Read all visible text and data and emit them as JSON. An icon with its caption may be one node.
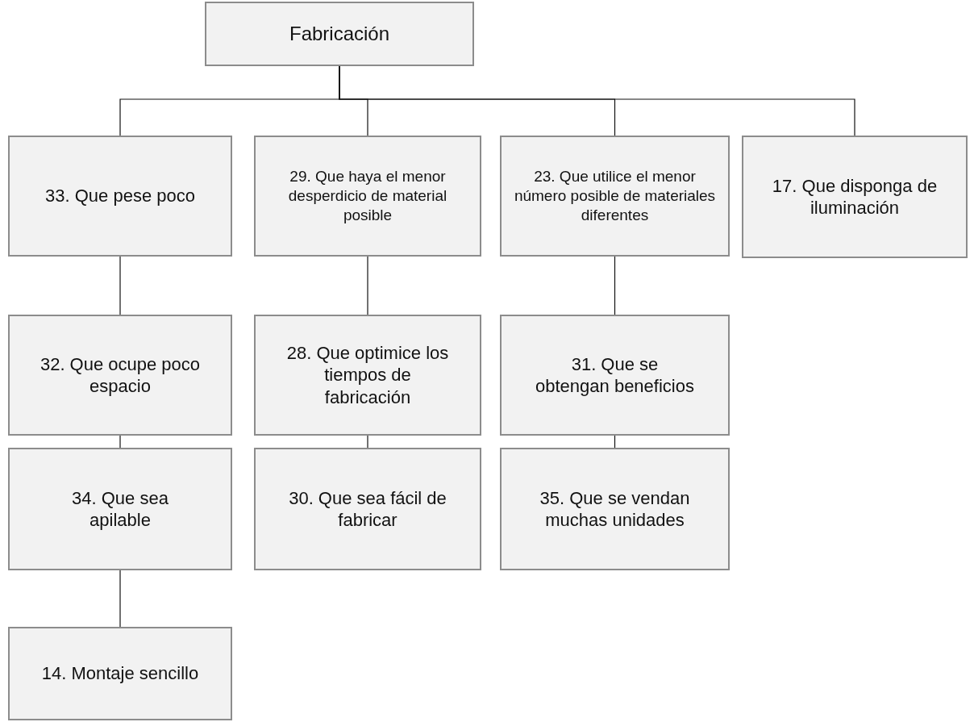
{
  "diagram": {
    "nodes": [
      {
        "text": [
          "Fabricación"
        ]
      },
      {
        "text": [
          "33. Que pese poco"
        ]
      },
      {
        "text": [
          "29. Que haya el menor desperdicio de material posible"
        ]
      },
      {
        "text": [
          "23. Que utilice el menor número posible de materiales diferentes"
        ]
      },
      {
        "text": [
          "17. Que disponga de iluminación"
        ]
      },
      {
        "text": [
          "32. Que ocupe poco espacio"
        ]
      },
      {
        "text": [
          "28. Que optimice los tiempos de fabricación"
        ]
      },
      {
        "text": [
          "31. Que se obtengan beneficios"
        ]
      },
      {
        "text": [
          "34. Que sea apilable"
        ]
      },
      {
        "text": [
          "30. Que sea fácil de fabricar"
        ]
      },
      {
        "text": [
          "35. Que se vendan muchas unidades"
        ]
      },
      {
        "text": [
          "14. Montaje sencillo"
        ]
      }
    ],
    "edges": [
      {
        "from": 0,
        "to": 1,
        "arrow": "none"
      },
      {
        "from": 0,
        "to": 2,
        "arrow": "none"
      },
      {
        "from": 0,
        "to": 3,
        "arrow": "none"
      },
      {
        "from": 0,
        "to": 4,
        "arrow": "none"
      },
      {
        "from": 1,
        "to": 5,
        "arrow": "none"
      },
      {
        "from": 2,
        "to": 6,
        "arrow": "none"
      },
      {
        "from": 3,
        "to": 7,
        "arrow": "none"
      },
      {
        "from": 5,
        "to": 8,
        "arrow": "none"
      },
      {
        "from": 6,
        "to": 9,
        "arrow": "none"
      },
      {
        "from": 7,
        "to": 10,
        "arrow": "none"
      },
      {
        "from": 8,
        "to": 11,
        "arrow": "none"
      }
    ]
  }
}
